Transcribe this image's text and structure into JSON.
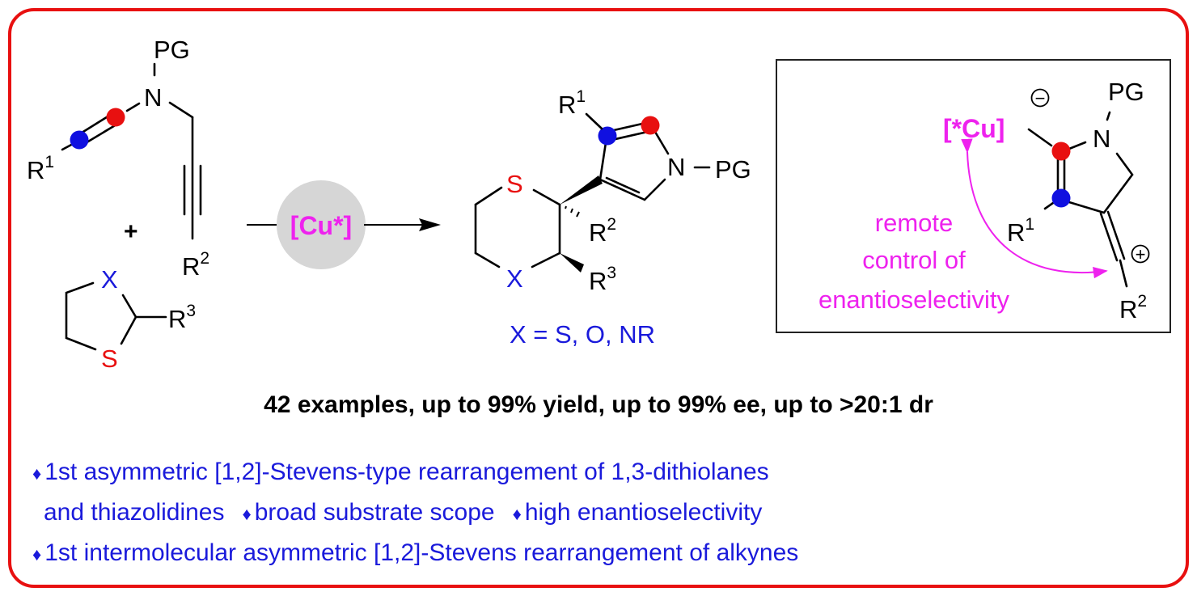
{
  "colors": {
    "frame": "#e81010",
    "catalyst": "#ee22ee",
    "dot_blue": "#1010e0",
    "dot_red": "#e81010",
    "bullet_text": "#1a1adb"
  },
  "reactants": {
    "ynamide": {
      "pg": "PG",
      "n": "N",
      "r1": "R",
      "r1_sup": "1",
      "r2": "R",
      "r2_sup": "2"
    },
    "plus": "+",
    "heterocycle": {
      "x": "X",
      "s": "S",
      "r3": "R",
      "r3_sup": "3"
    }
  },
  "catalyst": {
    "label": "[Cu*]"
  },
  "product": {
    "s": "S",
    "x": "X",
    "n": "N",
    "pg": "PG",
    "r1": "R",
    "r1_sup": "1",
    "r2": "R",
    "r2_sup": "2",
    "r3": "R",
    "r3_sup": "3",
    "x_definition": "X = S, O, NR"
  },
  "intermediate": {
    "cu": "[*Cu]",
    "n": "N",
    "pg": "PG",
    "r1": "R",
    "r1_sup": "1",
    "r2": "R",
    "r2_sup": "2",
    "charge_neg": "−",
    "charge_pos": "+",
    "note": [
      "remote",
      "control of",
      "enantioselectivity"
    ]
  },
  "summary": "42 examples, up to 99% yield, up to 99% ee, up to >20:1 dr",
  "bullets": {
    "marker": "♦",
    "line1": "1st asymmetric [1,2]-Stevens-type rearrangement of 1,3-dithiolanes",
    "line2a": "and thiazolidines",
    "line2b": "broad substrate scope",
    "line2c": "high enantioselectivity",
    "line3": "1st intermolecular asymmetric [1,2]-Stevens rearrangement of alkynes"
  }
}
